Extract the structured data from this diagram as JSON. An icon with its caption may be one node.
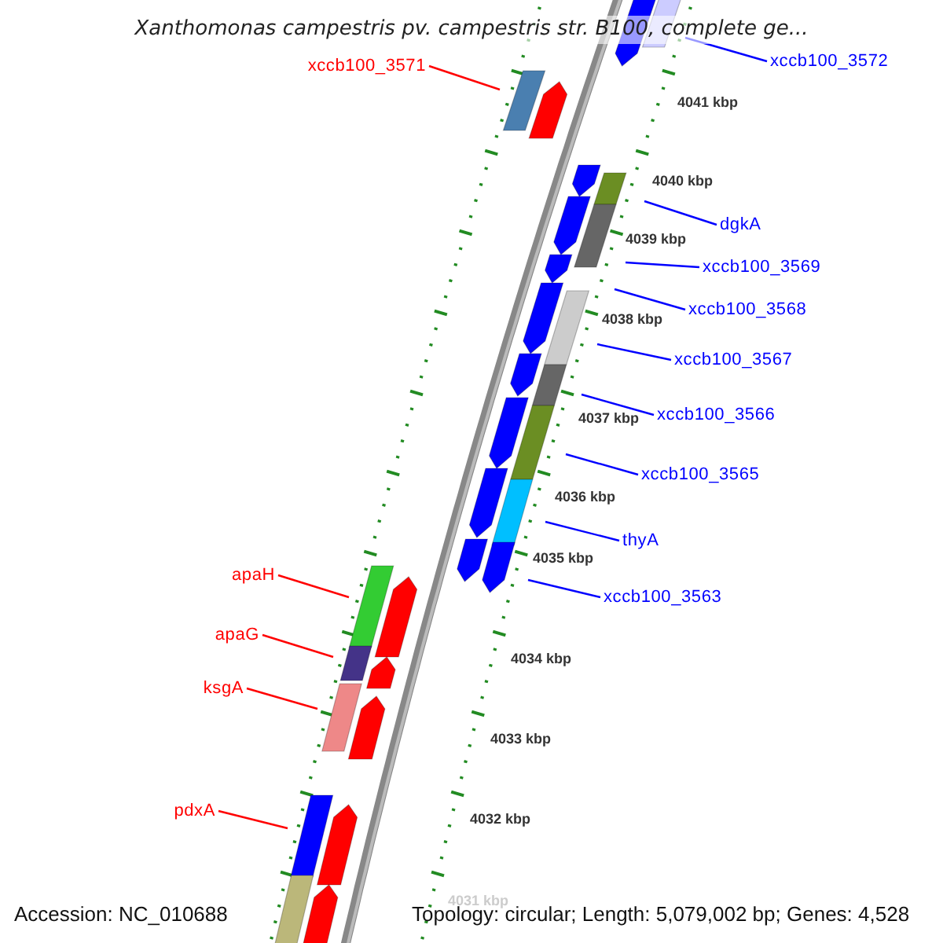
{
  "diagram": {
    "title": "Xanthomonas campestris pv. campestris str. B100, complete ge...",
    "nodes": [
      {
        "text": [
          "xccb100_3571"
        ]
      },
      {
        "text": [
          "xccb100_3572"
        ]
      },
      {
        "text": [
          "dgkA"
        ]
      },
      {
        "text": [
          "xccb100_3569"
        ]
      },
      {
        "text": [
          "xccb100_3568"
        ]
      },
      {
        "text": [
          "xccb100_3567"
        ]
      },
      {
        "text": [
          "xccb100_3566"
        ]
      },
      {
        "text": [
          "xccb100_3565"
        ]
      },
      {
        "text": [
          "thyA"
        ]
      },
      {
        "text": [
          "xccb100_3563"
        ]
      },
      {
        "text": [
          "apaH"
        ]
      },
      {
        "text": [
          "apaG"
        ]
      },
      {
        "text": [
          "ksgA"
        ]
      },
      {
        "text": [
          "pdxA"
        ]
      }
    ],
    "edges": [
      {
        "from": 0,
        "to": null,
        "arrow": "none",
        "color": "#ff0000"
      },
      {
        "from": 1,
        "to": null,
        "arrow": "none"
      },
      {
        "from": 2,
        "to": null,
        "arrow": "none"
      },
      {
        "from": 3,
        "to": null,
        "arrow": "none"
      },
      {
        "from": 4,
        "to": null,
        "arrow": "none"
      },
      {
        "from": 5,
        "to": null,
        "arrow": "none"
      },
      {
        "from": 6,
        "to": null,
        "arrow": "none"
      },
      {
        "from": 7,
        "to": null,
        "arrow": "none"
      },
      {
        "from": 8,
        "to": null,
        "arrow": "none"
      },
      {
        "from": 9,
        "to": null,
        "arrow": "none"
      },
      {
        "from": 10,
        "to": null,
        "arrow": "none",
        "color": "#ff0000"
      },
      {
        "from": 11,
        "to": null,
        "arrow": "none",
        "color": "#ff0000"
      },
      {
        "from": 12,
        "to": null,
        "arrow": "none",
        "color": "#ff0000"
      },
      {
        "from": 13,
        "to": null,
        "arrow": "none",
        "color": "#ff0000"
      }
    ],
    "labels": [
      "4041 kbp",
      "4040 kbp",
      "4039 kbp",
      "4038 kbp",
      "4037 kbp",
      "4036 kbp",
      "4035 kbp",
      "4034 kbp",
      "4033 kbp",
      "4032 kbp",
      "4031 kbp",
      "Accession: NC_010688",
      "Topology: circular; Length: 5,079,002 bp; Genes: 4,528"
    ]
  }
}
